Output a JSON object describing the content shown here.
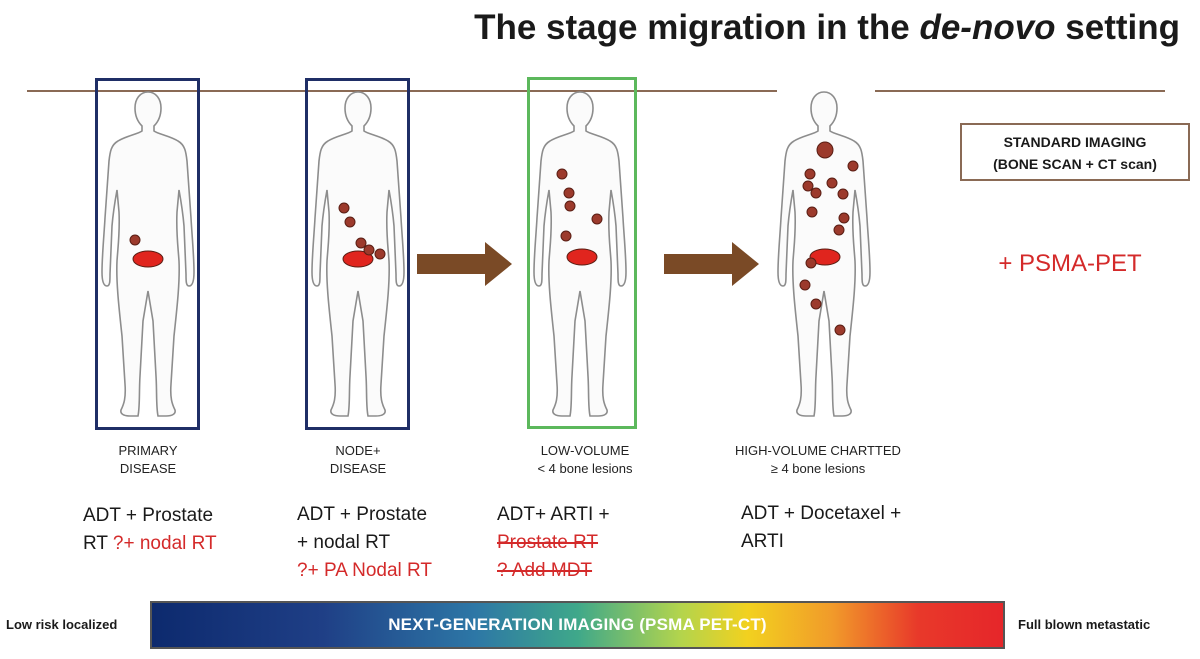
{
  "title": {
    "prefix": "The stage migration in the ",
    "italic": "de-novo",
    "suffix": " setting"
  },
  "stages": [
    {
      "caption_line1": "PRIMARY",
      "caption_line2": "DISEASE"
    },
    {
      "caption_line1": "NODE+",
      "caption_line2": "DISEASE"
    },
    {
      "caption_line1": "LOW-VOLUME",
      "caption_line2": "< 4 bone lesions"
    },
    {
      "caption_line1": "HIGH-VOLUME CHARTTED",
      "caption_line2": "≥ 4 bone lesions"
    }
  ],
  "treatments": [
    {
      "line1": "ADT + Prostate",
      "line2": "RT ",
      "line2_red": "?+ nodal RT"
    },
    {
      "line1": "ADT + Prostate",
      "line2": "+ nodal RT",
      "line3_red": "?+ PA Nodal RT"
    },
    {
      "line1": "ADT+ ARTI +",
      "line2_strike": "Prostate RT",
      "line3_strike": "? Add MDT"
    },
    {
      "line1": "ADT + Docetaxel +",
      "line2": "ARTI"
    }
  ],
  "imaging": {
    "standard_line1": "STANDARD IMAGING",
    "standard_line2": "(BONE SCAN + CT scan)",
    "psma": "+ PSMA-PET"
  },
  "gradient": {
    "label": "NEXT-GENERATION IMAGING (PSMA PET-CT)",
    "left_label": "Low risk localized",
    "right_label": "Full blown metastatic"
  },
  "colors": {
    "frame_blue": "#1f2e66",
    "frame_green": "#5cb85c",
    "lesion": "#9c3a2c",
    "prostate": "#e0251e",
    "arrow": "#7a4a26",
    "accent_red": "#d42a2a"
  },
  "icons": [
    "human-silhouette-icon",
    "lesion-dot-icon",
    "prostate-lesion-icon",
    "right-arrow-icon"
  ]
}
